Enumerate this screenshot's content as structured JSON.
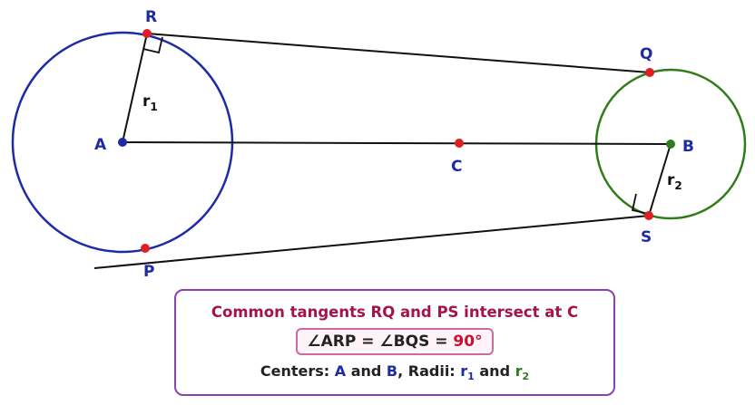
{
  "points": {
    "A": "A",
    "B": "B",
    "C": "C",
    "R": "R",
    "P": "P",
    "Q": "Q",
    "S": "S"
  },
  "radius_labels": {
    "r1": {
      "base": "r",
      "sub": "1"
    },
    "r2": {
      "base": "r",
      "sub": "2"
    }
  },
  "colors": {
    "circle_A": "#1f2aa6",
    "circle_B": "#2e7d1a",
    "tangent_point": "#e02020",
    "center_A": "#1f2aa6",
    "center_B": "#2e7d1a",
    "box_border": "#8e3fb2",
    "title": "#a3144a"
  },
  "infobox": {
    "title": "Common tangents RQ and PS intersect at C",
    "angle_text": "∠ARP = ∠BQS = ",
    "angle_value": "90°",
    "centers_prefix": "Centers: ",
    "center_a": "A",
    "and1": " and ",
    "center_b": "B",
    "radii_prefix": ",   Radii: ",
    "r1_base": "r",
    "r1_sub": "1",
    "and2": " and ",
    "r2_base": "r",
    "r2_sub": "2"
  }
}
